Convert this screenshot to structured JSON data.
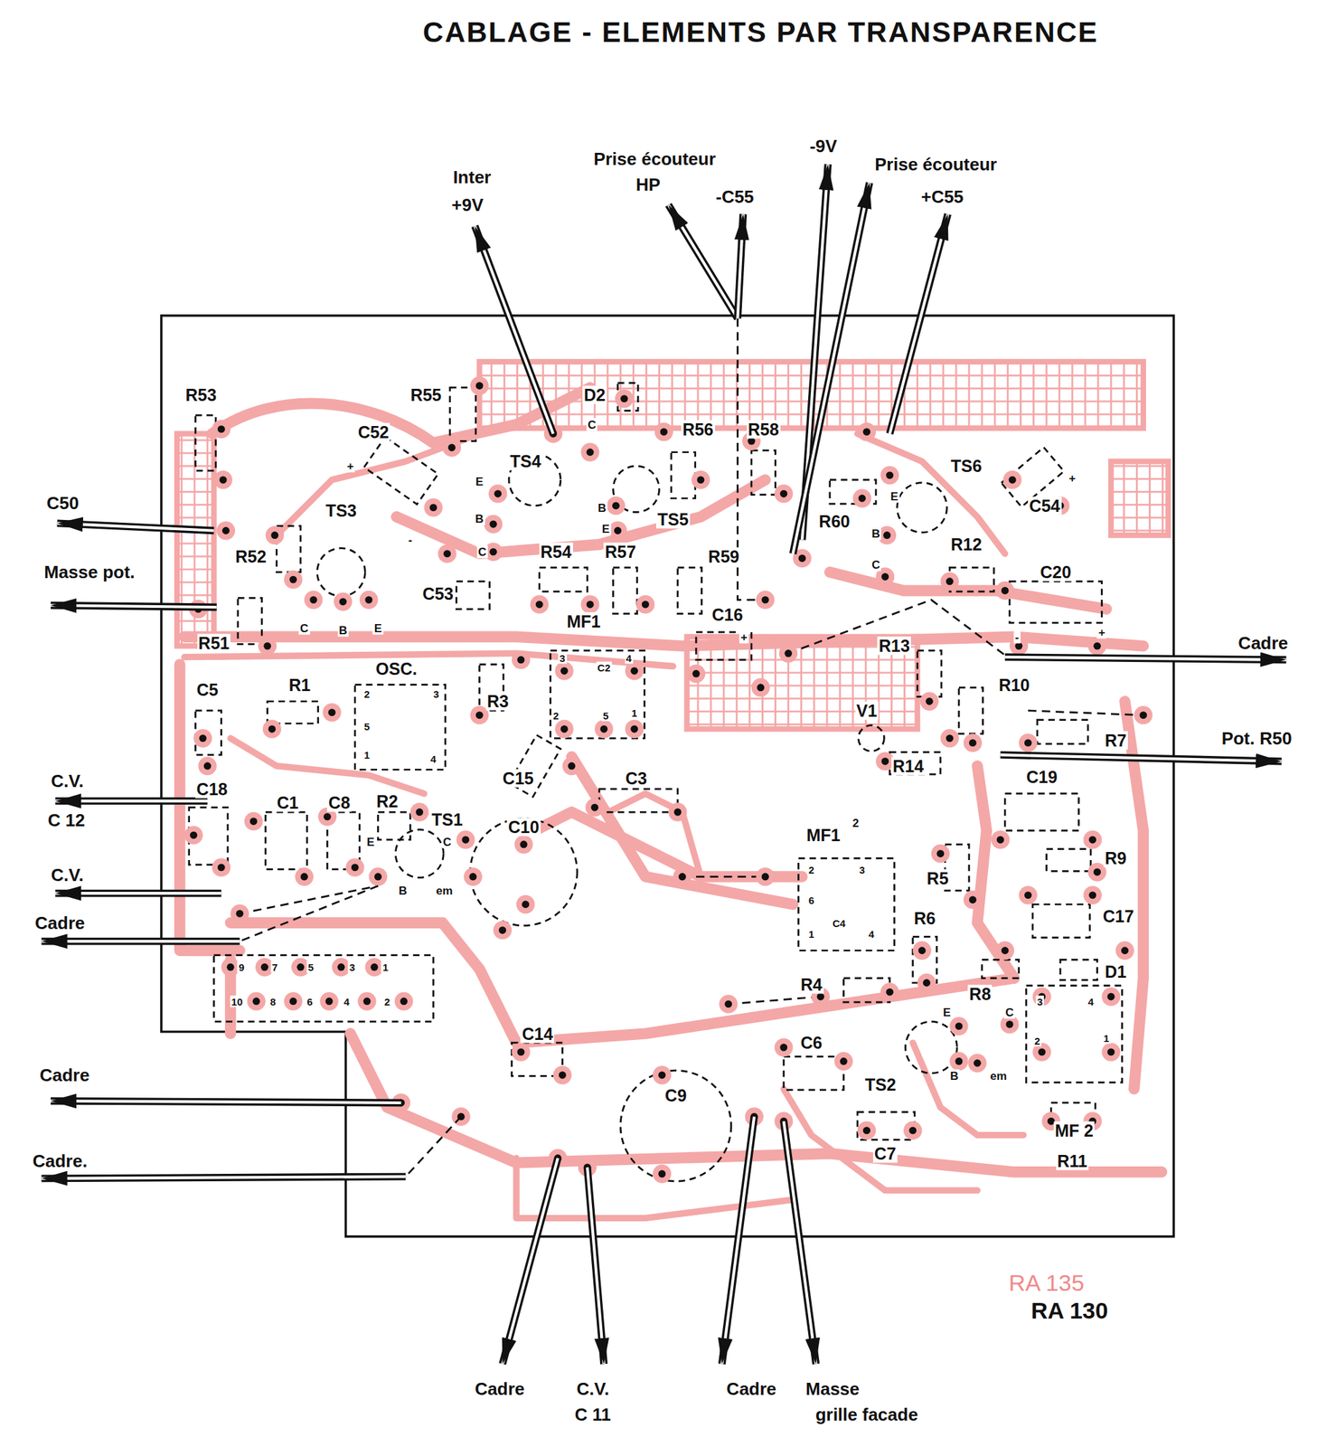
{
  "diagram": {
    "title": "CABLAGE - ELEMENTS PAR TRANSPARENCE",
    "labels": [
      "Inter",
      "+9V",
      "Prise écouteur",
      "HP",
      "-C55",
      "-9V",
      "Prise écouteur",
      "+C55",
      "C50",
      "Masse pot.",
      "C.V.",
      "C 12",
      "C.V.",
      "Cadre",
      "Cadre",
      "Cadre.",
      "Cadre",
      "Pot. R50",
      "Cadre",
      "C.V.",
      "C 11",
      "Cadre",
      "Masse",
      "grille facade",
      "R53",
      "R55",
      "D2",
      "C52",
      "R56",
      "R58",
      "TS4",
      "TS3",
      "TS5",
      "R60",
      "TS6",
      "C54",
      "R52",
      "R54",
      "R57",
      "R59",
      "R12",
      "C53",
      "C20",
      "MF1",
      "R51",
      "C16",
      "R13",
      "OSC.",
      "R10",
      "R1",
      "C5",
      "R3",
      "V1",
      "R7",
      "R14",
      "C19",
      "C15",
      "C3",
      "C18",
      "C1",
      "C8",
      "R2",
      "TS1",
      "C10",
      "MF1",
      "2",
      "R9",
      "R5",
      "C17",
      "R6",
      "D1",
      "R4",
      "R8",
      "C14",
      "C6",
      "TS2",
      "C9",
      "C7",
      "MF 2",
      "R11",
      "E",
      "B",
      "C",
      "C",
      "B",
      "E",
      "C",
      "B",
      "E",
      "E",
      "B",
      "C",
      "E",
      "C",
      "B",
      "em",
      "E",
      "C",
      "B",
      "em",
      "+",
      "+",
      "+",
      "-",
      "+",
      "-",
      "9",
      "7",
      "5",
      "3",
      "1",
      "10",
      "8",
      "6",
      "4",
      "2",
      "2",
      "3",
      "5",
      "1",
      "4",
      "3",
      "C2",
      "4",
      "2",
      "5",
      "1",
      "2",
      "3",
      "6",
      "C4",
      "1",
      "4",
      "3",
      "4",
      "2",
      "1",
      "RA 135",
      "RA 130"
    ]
  }
}
